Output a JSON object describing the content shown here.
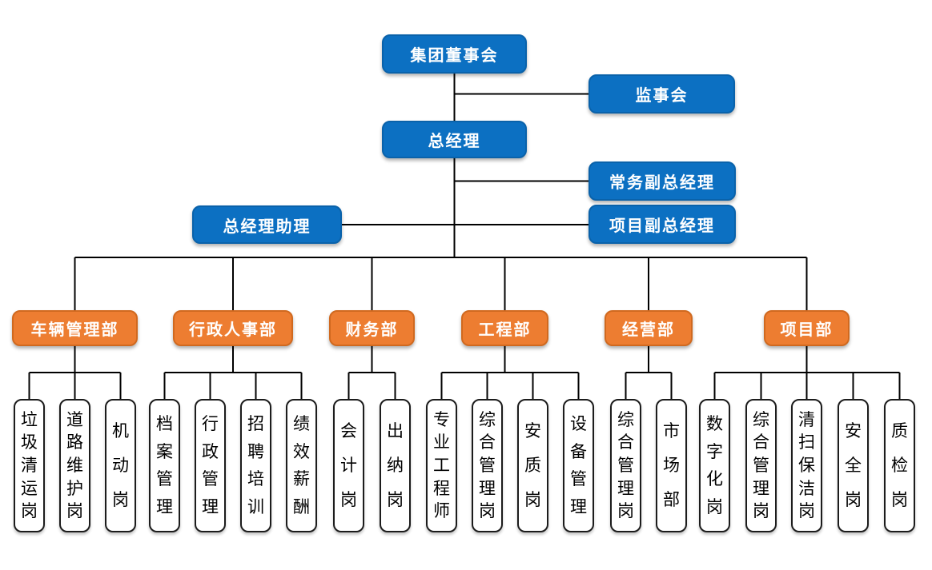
{
  "colors": {
    "executive_fill": "#0c70c2",
    "executive_border": "#0a62aa",
    "department_fill": "#ed7d31",
    "department_border": "#d0691f",
    "position_border": "#1c1c1c",
    "connector": "#000000"
  },
  "org": {
    "executives": [
      {
        "label": "集团董事会"
      },
      {
        "label": "监事会"
      },
      {
        "label": "总经理"
      },
      {
        "label": "常务副总经理"
      },
      {
        "label": "总经理助理"
      },
      {
        "label": "项目副总经理"
      }
    ],
    "departments": [
      {
        "label": "车辆管理部",
        "positions": [
          "垃圾清运岗",
          "道路维护岗",
          "机动岗"
        ]
      },
      {
        "label": "行政人事部",
        "positions": [
          "档案管理",
          "行政管理",
          "招聘培训",
          "绩效薪酬"
        ]
      },
      {
        "label": "财务部",
        "positions": [
          "会计岗",
          "出纳岗"
        ]
      },
      {
        "label": "工程部",
        "positions": [
          "专业工程师",
          "综合管理岗",
          "安质岗",
          "设备管理"
        ]
      },
      {
        "label": "经营部",
        "positions": [
          "综合管理岗",
          "市场部"
        ]
      },
      {
        "label": "项目部",
        "positions": [
          "数字化岗",
          "综合管理岗",
          "清扫保洁岗",
          "安全岗",
          "质检岗"
        ]
      }
    ]
  }
}
